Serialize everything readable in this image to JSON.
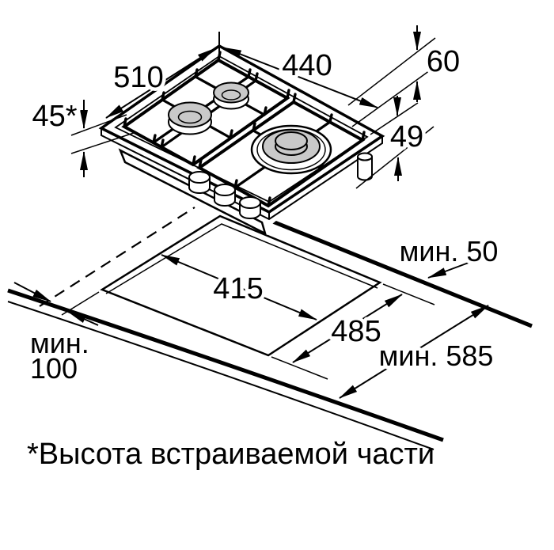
{
  "drawing": {
    "type": "built-in gas hob installation dimension diagram",
    "colors": {
      "ink": "#000000",
      "burner_fill": "#c9c9c9",
      "background": "#ffffff"
    },
    "hob": {
      "depth_label": "510",
      "width_label": "440",
      "height_above_label": "60",
      "built_in_height_label": "45*",
      "height_below_label": "49"
    },
    "worktop": {
      "cutout_width_label": "415",
      "cutout_depth_label": "485",
      "min_side_clearance_label": "мин. 50",
      "min_worktop_depth_label": "мин. 585",
      "min_back_clearance_label_line1": "мин.",
      "min_back_clearance_label_line2": "100"
    },
    "footnote": "*Высота встраиваемой части"
  }
}
